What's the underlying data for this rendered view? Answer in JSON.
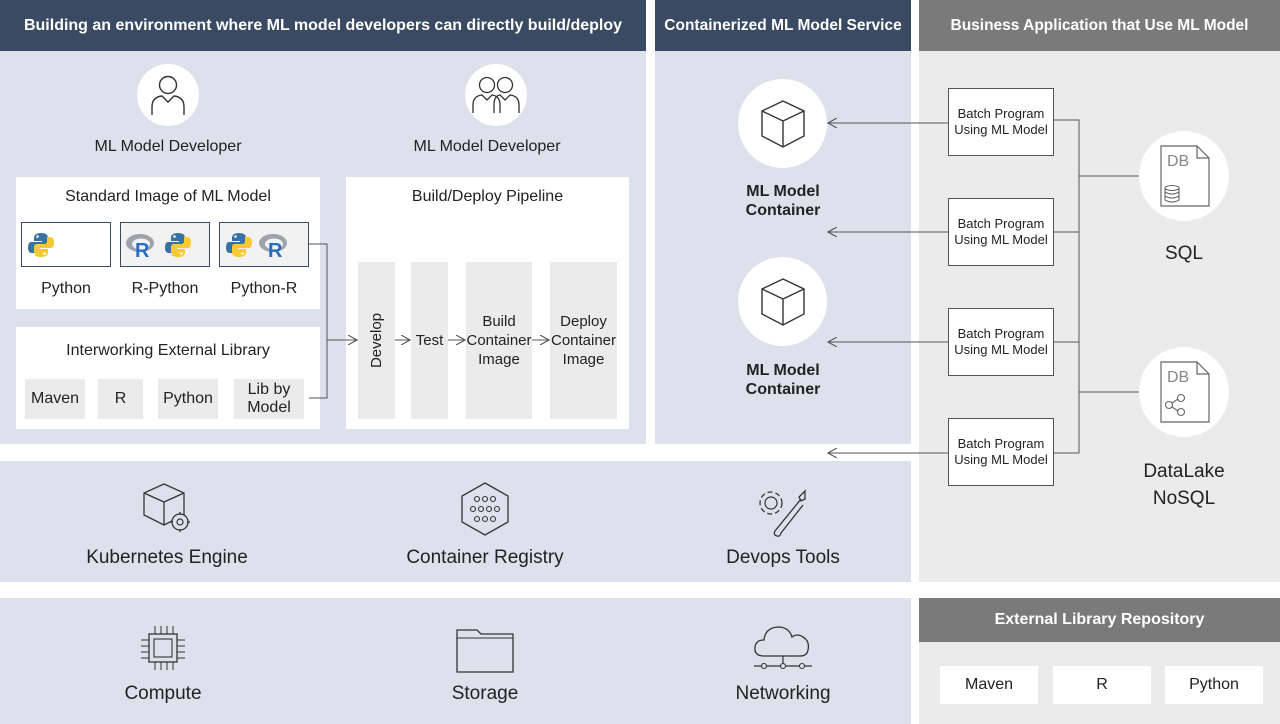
{
  "left_section": {
    "header": "Building an environment where ML model developers can directly build/deploy",
    "developer_single": "ML Model Developer",
    "developer_group": "ML Model Developer",
    "standard_image": {
      "title": "Standard Image of ML Model",
      "labels": [
        "Python",
        "R-Python",
        "Python-R"
      ]
    },
    "external_library": {
      "title": "Interworking External Library",
      "items": [
        "Maven",
        "R",
        "Python",
        "Lib by Model"
      ]
    },
    "pipeline": {
      "title": "Build/Deploy Pipeline",
      "stages": [
        "Develop",
        "Test",
        "Build Container Image",
        "Deploy Container Image"
      ]
    }
  },
  "middle_section": {
    "header": "Containerized ML Model Service",
    "containers": [
      "ML Model Container",
      "ML Model Container"
    ]
  },
  "right_section": {
    "header": "Business Application that Use ML Model",
    "batch_programs": [
      "Batch Program Using ML Model",
      "Batch Program Using ML Model",
      "Batch Program Using ML Model",
      "Batch Program Using ML Model"
    ],
    "databases": [
      {
        "label": "SQL",
        "icon_text": "DB"
      },
      {
        "label": "DataLake NoSQL",
        "icon_text": "DB"
      }
    ]
  },
  "platform": {
    "items": [
      "Kubernetes Engine",
      "Container Registry",
      "Devops Tools"
    ]
  },
  "infrastructure": {
    "items": [
      "Compute",
      "Storage",
      "Networking"
    ]
  },
  "external_repo": {
    "header": "External Library Repository",
    "items": [
      "Maven",
      "R",
      "Python"
    ]
  },
  "colors": {
    "dark_header": "#3a4a63",
    "gray_header": "#7a7a7a",
    "blue_panel": "#dde1ec",
    "gray_panel": "#ebebeb"
  }
}
